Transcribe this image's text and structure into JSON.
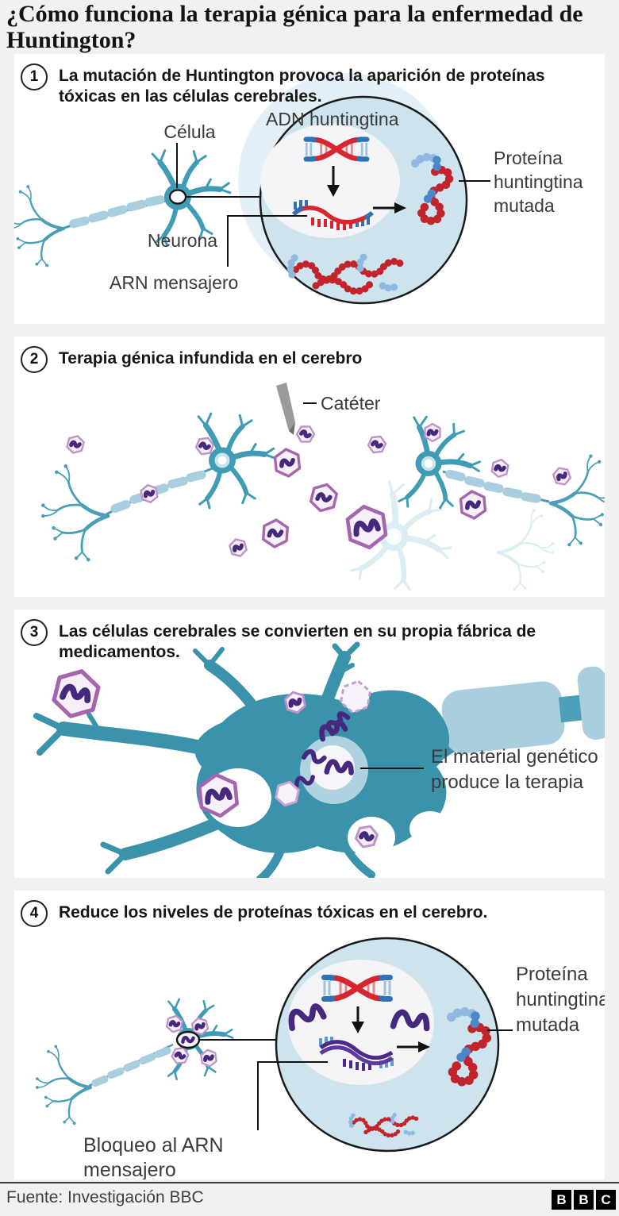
{
  "title": "¿Cómo funciona la terapia génica para la enfermedad de Huntington?",
  "steps": [
    {
      "number": "1",
      "text": "La mutación de Huntington provoca la aparición de proteínas tóxicas en las células cerebrales.",
      "labels": {
        "celula": "Célula",
        "neurona": "Neurona",
        "adn_huntingtina": "ADN huntingtina",
        "arn_mensajero": "ARN mensajero",
        "proteina_mutada": "Proteína huntingtina mutada"
      }
    },
    {
      "number": "2",
      "text": "Terapia génica infundida en el cerebro",
      "labels": {
        "cateter": "Catéter"
      }
    },
    {
      "number": "3",
      "text": "Las células cerebrales se convierten en su propia fábrica de medicamentos.",
      "labels": {
        "material_genetico": "El material genético produce la terapia"
      }
    },
    {
      "number": "4",
      "text": "Reduce los niveles de proteínas tóxicas en el cerebro.",
      "labels": {
        "proteina_mutada": "Proteína huntingtina mutada",
        "bloqueo_arn": "Bloqueo al ARN mensajero"
      }
    }
  ],
  "footer": {
    "source": "Fuente: Investigación BBC",
    "logo_letters": [
      "B",
      "B",
      "C"
    ]
  },
  "colors": {
    "neuron_teal": "#3f9cb4",
    "cell_body_teal": "#3a93ab",
    "axon_light_blue": "#a9cfdf",
    "cell_background": "#cde3ee",
    "vector_border_purple": "#a566ad",
    "vector_fill": "#f7f0f9",
    "genetic_material_purple": "#46287f",
    "dna_red": "#d7262e",
    "dna_blue": "#2e74b5",
    "protein_red": "#c2242b",
    "protein_blue": "#8fb9e0",
    "faded_protein_pink": "#dda6ad",
    "catheter_gray": "#9b9b9b",
    "background_gray": "#f1f1f2"
  }
}
